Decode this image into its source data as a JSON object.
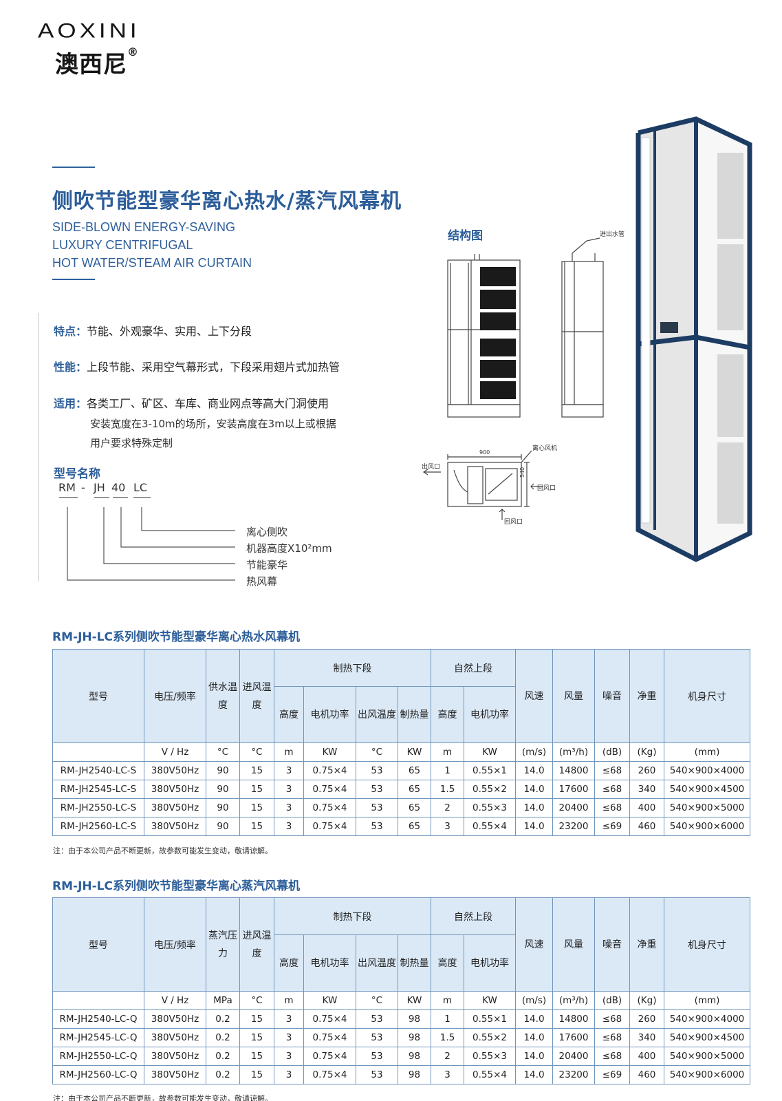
{
  "logo": {
    "en": "AOXINI",
    "cn": "澳西尼",
    "reg": "®"
  },
  "title": "侧吹节能型豪华离心热水/蒸汽风幕机",
  "subtitle_en": [
    "SIDE-BLOWN ENERGY-SAVING",
    "LUXURY CENTRIFUGAL",
    "HOT WATER/STEAM AIR CURTAIN"
  ],
  "features": [
    {
      "key": "特点：",
      "text": "节能、外观豪华、实用、上下分段"
    },
    {
      "key": "性能：",
      "text": "上段节能、采用空气幕形式，下段采用翅片式加热管"
    },
    {
      "key": "适用：",
      "text": "各类工厂、矿区、车库、商业网点等高大门洞使用"
    }
  ],
  "features_cont": [
    "安装宽度在3-10m的场所，安装高度在3m以上或根据",
    "用户要求特殊定制"
  ],
  "model_name": {
    "title": "型号名称",
    "parts": [
      "RM",
      "-",
      "JH",
      "40",
      "LC"
    ],
    "legend": [
      "离心侧吹",
      "机器高度X10²mm",
      "节能豪华",
      "热风幕"
    ]
  },
  "diagram": {
    "title": "结构图",
    "labels": {
      "pipe": "进出水管",
      "fan": "离心风机",
      "outlet": "出风口",
      "return1": "回风口",
      "return2": "回风口",
      "width": "900",
      "depth": "540"
    }
  },
  "tables": [
    {
      "title": "RM-JH-LC系列侧吹节能型豪华离心热水风幕机",
      "headers": {
        "model": "型号",
        "voltage": "电压/频率",
        "col3": "供水温度",
        "col4": "进风温度",
        "heat_group": "制热下段",
        "natural_group": "自然上段",
        "h_height": "高度",
        "h_motor": "电机功率",
        "h_outtemp": "出风温度",
        "h_heat": "制热量",
        "n_height": "高度",
        "n_motor": "电机功率",
        "speed": "风速",
        "volume": "风量",
        "noise": "噪音",
        "weight": "净重",
        "size": "机身尺寸"
      },
      "units": [
        "V / Hz",
        "°C",
        "°C",
        "m",
        "KW",
        "°C",
        "KW",
        "m",
        "KW",
        "(m/s)",
        "(m³/h)",
        "(dB)",
        "(Kg)",
        "(mm)"
      ],
      "rows": [
        [
          "RM-JH2540-LC-S",
          "380V50Hz",
          "90",
          "15",
          "3",
          "0.75×4",
          "53",
          "65",
          "1",
          "0.55×1",
          "14.0",
          "14800",
          "≤68",
          "260",
          "540×900×4000"
        ],
        [
          "RM-JH2545-LC-S",
          "380V50Hz",
          "90",
          "15",
          "3",
          "0.75×4",
          "53",
          "65",
          "1.5",
          "0.55×2",
          "14.0",
          "17600",
          "≤68",
          "340",
          "540×900×4500"
        ],
        [
          "RM-JH2550-LC-S",
          "380V50Hz",
          "90",
          "15",
          "3",
          "0.75×4",
          "53",
          "65",
          "2",
          "0.55×3",
          "14.0",
          "20400",
          "≤68",
          "400",
          "540×900×5000"
        ],
        [
          "RM-JH2560-LC-S",
          "380V50Hz",
          "90",
          "15",
          "3",
          "0.75×4",
          "53",
          "65",
          "3",
          "0.55×4",
          "14.0",
          "23200",
          "≤69",
          "460",
          "540×900×6000"
        ]
      ],
      "note": "注：由于本公司产品不断更新，故参数可能发生变动，敬请谅解。"
    },
    {
      "title": "RM-JH-LC系列侧吹节能型豪华离心蒸汽风幕机",
      "headers": {
        "model": "型号",
        "voltage": "电压/频率",
        "col3": "蒸汽压力",
        "col4": "进风温度",
        "heat_group": "制热下段",
        "natural_group": "自然上段",
        "h_height": "高度",
        "h_motor": "电机功率",
        "h_outtemp": "出风温度",
        "h_heat": "制热量",
        "n_height": "高度",
        "n_motor": "电机功率",
        "speed": "风速",
        "volume": "风量",
        "noise": "噪音",
        "weight": "净重",
        "size": "机身尺寸"
      },
      "units": [
        "V / Hz",
        "MPa",
        "°C",
        "m",
        "KW",
        "°C",
        "KW",
        "m",
        "KW",
        "(m/s)",
        "(m³/h)",
        "(dB)",
        "(Kg)",
        "(mm)"
      ],
      "rows": [
        [
          "RM-JH2540-LC-Q",
          "380V50Hz",
          "0.2",
          "15",
          "3",
          "0.75×4",
          "53",
          "98",
          "1",
          "0.55×1",
          "14.0",
          "14800",
          "≤68",
          "260",
          "540×900×4000"
        ],
        [
          "RM-JH2545-LC-Q",
          "380V50Hz",
          "0.2",
          "15",
          "3",
          "0.75×4",
          "53",
          "98",
          "1.5",
          "0.55×2",
          "14.0",
          "17600",
          "≤68",
          "340",
          "540×900×4500"
        ],
        [
          "RM-JH2550-LC-Q",
          "380V50Hz",
          "0.2",
          "15",
          "3",
          "0.75×4",
          "53",
          "98",
          "2",
          "0.55×3",
          "14.0",
          "20400",
          "≤68",
          "400",
          "540×900×5000"
        ],
        [
          "RM-JH2560-LC-Q",
          "380V50Hz",
          "0.2",
          "15",
          "3",
          "0.75×4",
          "53",
          "98",
          "3",
          "0.55×4",
          "14.0",
          "23200",
          "≤69",
          "460",
          "540×900×6000"
        ]
      ],
      "note": "注：由于本公司产品不断更新，故参数可能发生变动，敬请谅解。"
    }
  ]
}
